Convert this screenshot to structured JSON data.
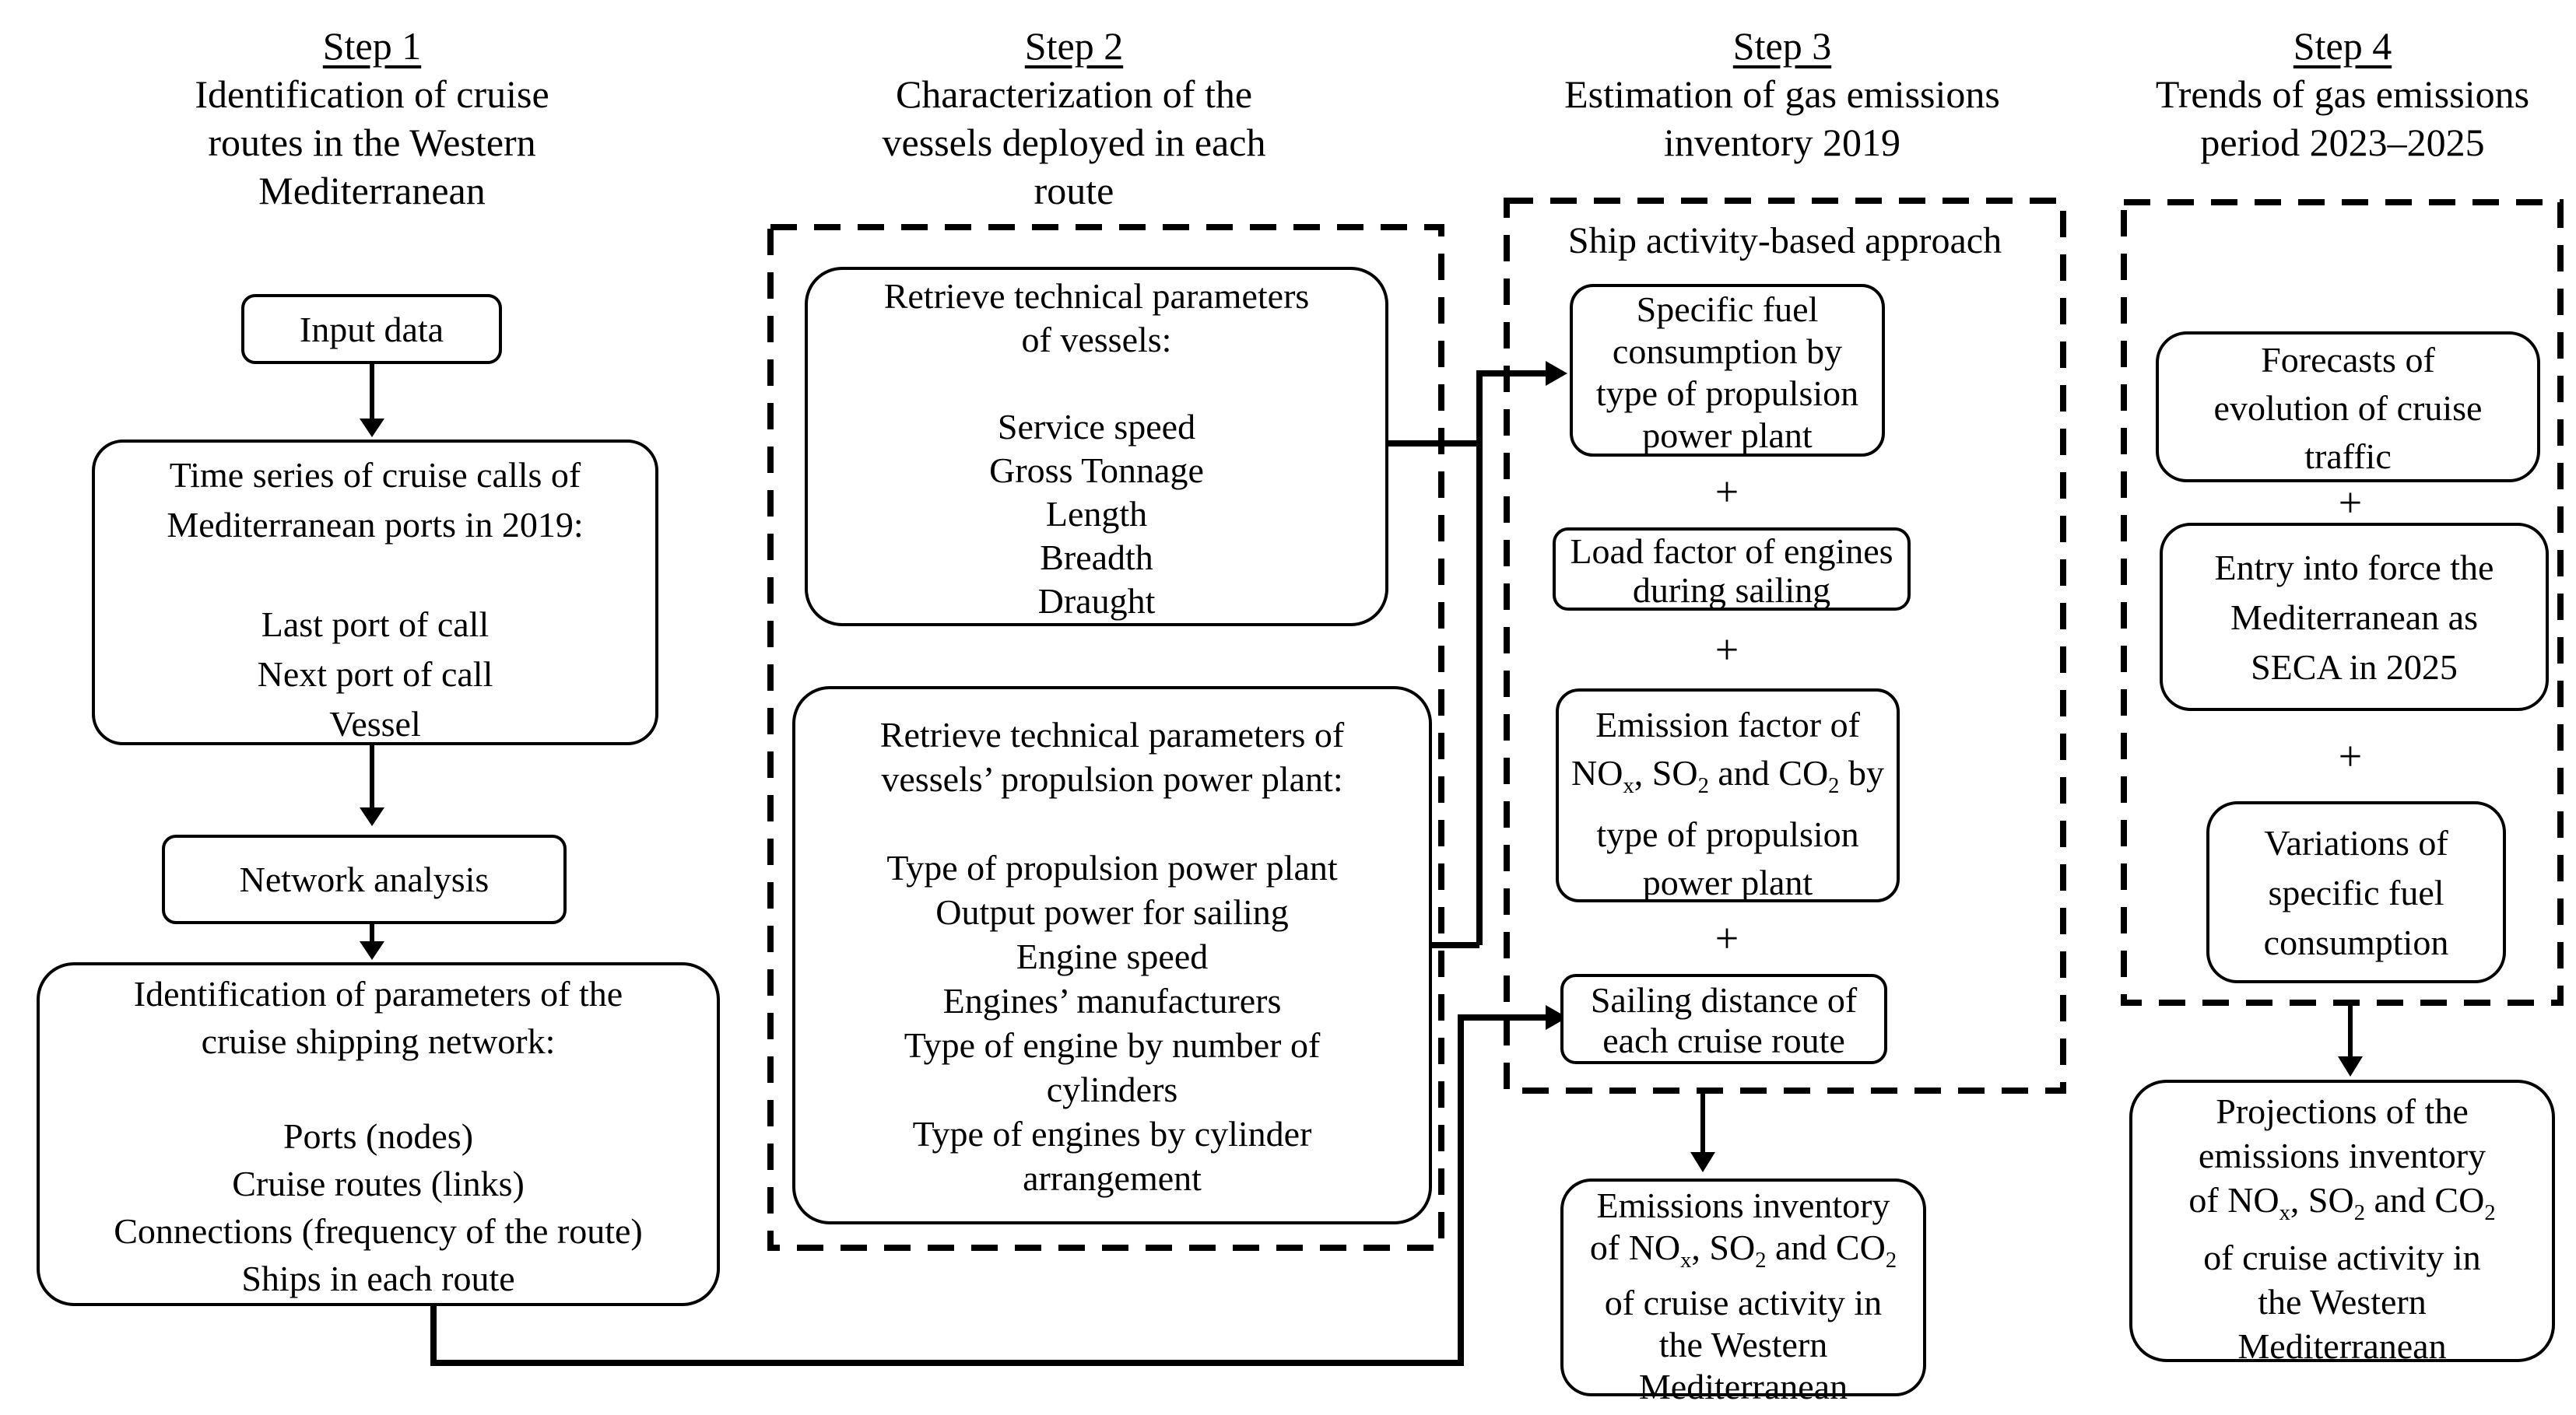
{
  "figure": {
    "colors": {
      "ink": "#000000",
      "background": "#ffffff"
    },
    "plus": "+",
    "headers": [
      {
        "step": "Step 1",
        "lines": [
          "Identification of cruise",
          "routes in the Western",
          "Mediterranean"
        ]
      },
      {
        "step": "Step 2",
        "lines": [
          "Characterization of the",
          "vessels deployed in each",
          "route"
        ]
      },
      {
        "step": "Step 3",
        "lines": [
          "Estimation of gas emissions",
          "inventory 2019"
        ]
      },
      {
        "step": "Step 4",
        "lines": [
          "Trends of gas emissions",
          "period 2023–2025"
        ]
      }
    ],
    "col1": {
      "input_box": "Input data",
      "time_series_box": {
        "lines": [
          "Time series of cruise calls of",
          "Mediterranean ports in 2019:",
          "",
          "Last port of call",
          "Next port of call",
          "Vessel"
        ]
      },
      "network_box": "Network analysis",
      "params_box": {
        "lines": [
          "Identification of parameters of the",
          "cruise shipping network:",
          "",
          "Ports (nodes)",
          "Cruise routes (links)",
          "Connections (frequency of the route)",
          "Ships in each route"
        ]
      }
    },
    "col2": {
      "vessel_params_box": {
        "lines": [
          "Retrieve technical parameters",
          "of vessels:",
          "",
          "Service speed",
          "Gross Tonnage",
          "Length",
          "Breadth",
          "Draught"
        ]
      },
      "propulsion_params_box": {
        "lines": [
          "Retrieve technical parameters of",
          "vessels’ propulsion power plant:",
          "",
          "Type of propulsion power plant",
          "Output power for sailing",
          "Engine speed",
          "Engines’ manufacturers",
          "Type of engine by number of",
          "cylinders",
          "Type of engines by cylinder",
          "arrangement"
        ]
      }
    },
    "col3": {
      "approach_label": "Ship activity-based approach",
      "sfc_box": {
        "lines": [
          "Specific fuel",
          "consumption by",
          "type of propulsion",
          "power plant"
        ]
      },
      "load_box": {
        "lines": [
          "Load factor of engines",
          "during sailing"
        ]
      },
      "ef_box": {
        "line1": "Emission factor of",
        "line2": [
          "NO",
          "x",
          ", SO",
          "2",
          " and CO",
          "2",
          " by"
        ],
        "line3": "type of propulsion",
        "line4": "power plant"
      },
      "sailing_box": {
        "lines": [
          "Sailing distance of",
          "each cruise route"
        ]
      },
      "inventory_box": {
        "line1": "Emissions inventory",
        "line2": [
          "of NO",
          "x",
          ", SO",
          "2",
          " and CO",
          "2"
        ],
        "line3": "of cruise activity in",
        "line4": "the Western",
        "line5": "Mediterranean"
      }
    },
    "col4": {
      "forecast_box": {
        "lines": [
          "Forecasts of",
          "evolution of cruise",
          "traffic"
        ]
      },
      "seca_box": {
        "lines": [
          "Entry into force the",
          "Mediterranean as",
          "SECA in 2025"
        ]
      },
      "variations_box": {
        "lines": [
          "Variations of",
          "specific fuel",
          "consumption"
        ]
      },
      "projections_box": {
        "line1": "Projections of the",
        "line2": "emissions inventory",
        "line3": [
          "of NO",
          "x",
          ", SO",
          "2",
          " and CO",
          "2"
        ],
        "line4": "of cruise activity in",
        "line5": "the Western",
        "line6": "Mediterranean"
      }
    }
  }
}
